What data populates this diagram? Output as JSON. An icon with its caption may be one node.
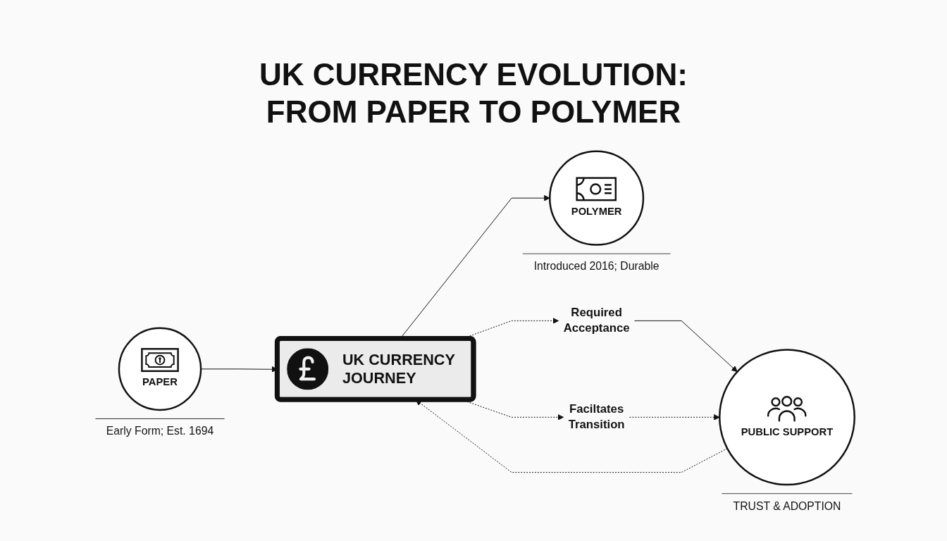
{
  "diagram": {
    "title": "UK CURRENCY EVOLUTION: FROM PAPER TO POLYMER",
    "nodes": [
      {
        "text": [
          "PAPER"
        ],
        "beside": [
          "Early Form; Est. 1694"
        ]
      },
      {
        "text": [
          "UK CURRENCY JOURNEY"
        ]
      },
      {
        "text": [
          "POLYMER"
        ],
        "beside": [
          "Introduced 2016; Durable"
        ]
      },
      {
        "text": [
          "Required Acceptance"
        ]
      },
      {
        "text": [
          "PUBLIC SUPPORT"
        ],
        "beside": [
          "TRUST & ADOPTION"
        ]
      },
      {
        "text": [
          "Faciltates Transition"
        ]
      }
    ],
    "edges": [
      {
        "from": 0,
        "to": 1,
        "arrow": "to"
      },
      {
        "from": 1,
        "to": 2,
        "arrow": "to"
      },
      {
        "from": 1,
        "to": 3,
        "arrow": "to",
        "style": "dashed"
      },
      {
        "from": 3,
        "to": 4,
        "arrow": "to"
      },
      {
        "from": 4,
        "to": 1,
        "arrow": "to",
        "style": "dashed"
      },
      {
        "from": 1,
        "to": 5,
        "arrow": "to",
        "style": "dashed"
      },
      {
        "from": 5,
        "to": 4,
        "arrow": "to",
        "style": "dashed"
      }
    ]
  }
}
